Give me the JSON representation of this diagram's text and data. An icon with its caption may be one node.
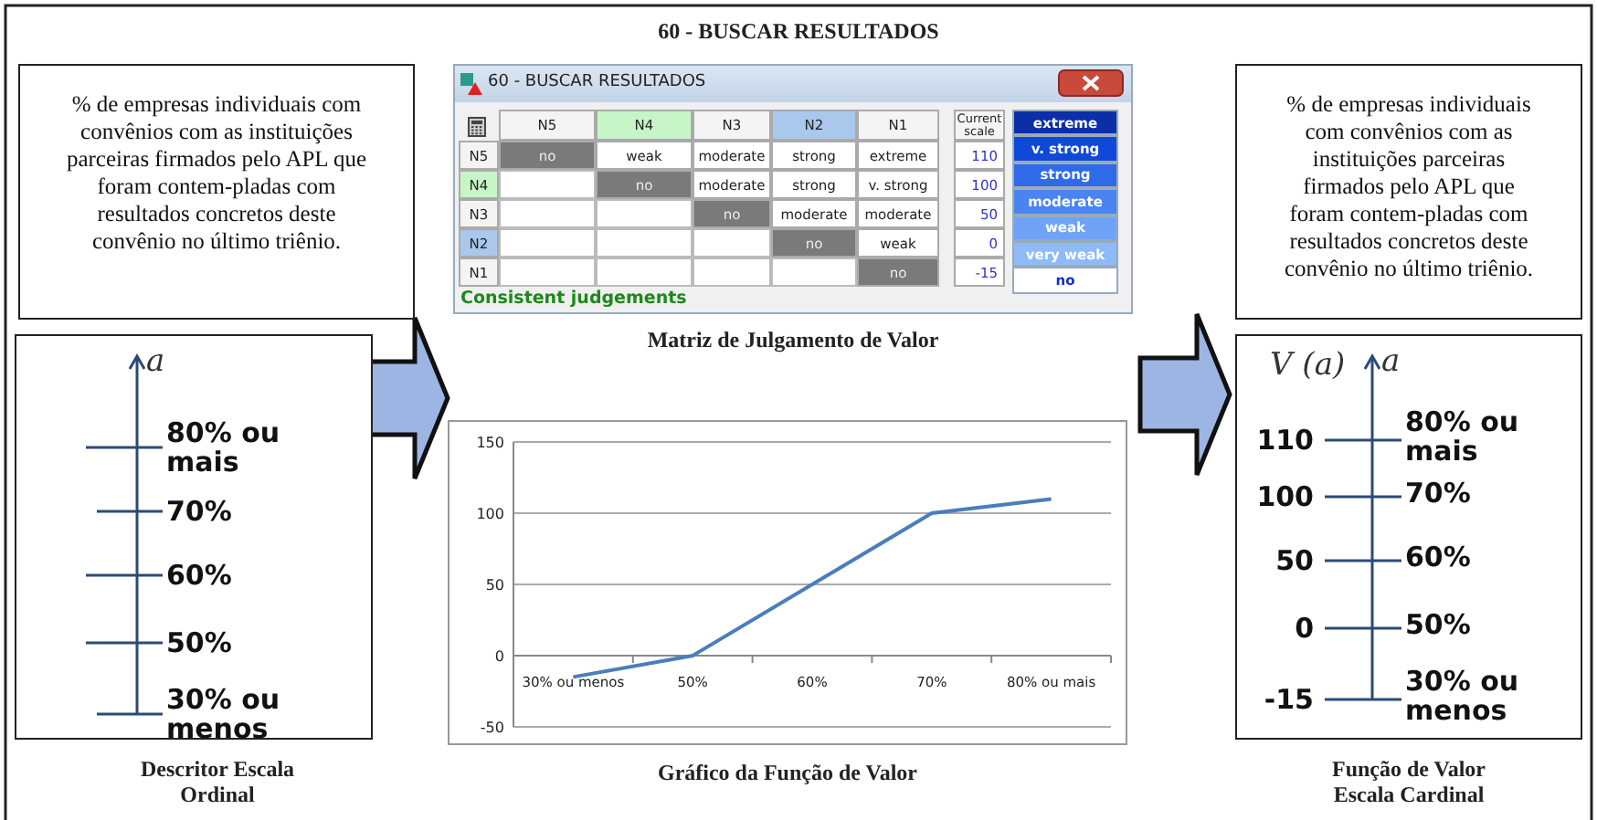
{
  "diagram": {
    "title": "60 - BUSCAR RESULTADOS",
    "nodes": [
      {
        "text": [
          "% de empresas individuais com convênios com as instituições parceiras firmados pelo APL que foram contem-pladas com resultados concretos deste convênio no último triênio."
        ]
      },
      {
        "text": [
          "a",
          "80% ou mais",
          "70%",
          "60%",
          "50%",
          "30% ou menos"
        ],
        "beside": [
          "Descritor Escala Ordinal"
        ]
      },
      {
        "text": [
          "% de empresas individuais com convênios com as instituições parceiras firmados pelo APL que foram contem-pladas com resultados concretos deste convênio no último triênio."
        ]
      },
      {
        "text": [
          "V (a)",
          "a",
          "110",
          "100",
          "50",
          "0",
          "-15",
          "80% ou mais",
          "70%",
          "60%",
          "50%",
          "30% ou menos"
        ],
        "beside": [
          "Função de Valor Escala Cardinal"
        ]
      },
      {
        "text": [
          "60 - BUSCAR RESULTADOS",
          "Consistent judgements"
        ],
        "beside": [
          "Matriz de Julgamento de Valor"
        ]
      }
    ],
    "edges": [
      {
        "from": 1,
        "to": 4,
        "arrow": "to"
      },
      {
        "from": 4,
        "to": 3,
        "arrow": "to"
      }
    ],
    "labels": [
      "N5",
      "N4",
      "N3",
      "N2",
      "N1",
      "Current scale",
      "N5",
      "no",
      "weak",
      "moderate",
      "strong",
      "extreme",
      "110",
      "N4",
      "no",
      "moderate",
      "strong",
      "v. strong",
      "100",
      "N3",
      "no",
      "moderate",
      "moderate",
      "50",
      "N2",
      "no",
      "weak",
      "0",
      "N1",
      "no",
      "-15",
      "extreme",
      "v. strong",
      "strong",
      "moderate",
      "weak",
      "very weak",
      "no"
    ],
    "chart_data": {
      "type": "line",
      "title": "Gráfico da Função de Valor",
      "categories": [
        "30% ou menos",
        "50%",
        "60%",
        "70%",
        "80% ou mais"
      ],
      "series": [
        {
          "color": "#4a7ebb",
          "values": [
            -15,
            0,
            50,
            100,
            110
          ]
        }
      ],
      "grid": true,
      "ylim": [
        -50,
        150
      ],
      "yticks": [
        -50,
        0,
        50,
        100,
        150
      ]
    }
  }
}
